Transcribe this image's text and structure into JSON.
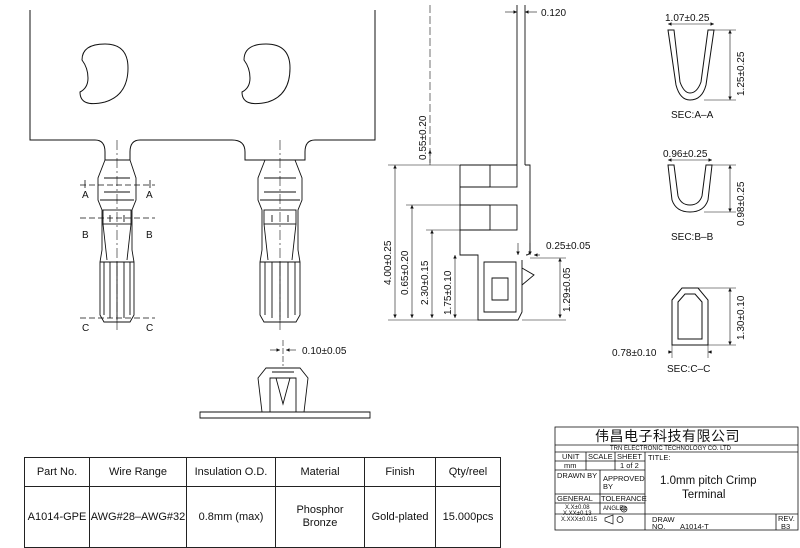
{
  "dimensions": {
    "d_0120": "0.120",
    "d_055": "0.55±0.20",
    "d_400": "4.00±0.25",
    "d_065": "0.65±0.20",
    "d_230": "2.30±0.15",
    "d_175": "1.75±0.10",
    "d_025": "0.25±0.05",
    "d_129": "1.29±0.05",
    "d_010": "0.10±0.05"
  },
  "section_markers": {
    "a": "A",
    "b": "B",
    "c": "C"
  },
  "sections": {
    "a": {
      "label": "SEC:A–A",
      "width": "1.07±0.25",
      "height": "1.25±0.25"
    },
    "b": {
      "label": "SEC:B–B",
      "width": "0.96±0.25",
      "height": "0.98±0.25"
    },
    "c": {
      "label": "SEC:C–C",
      "width": "0.78±0.10",
      "height": "1.30±0.10"
    }
  },
  "title_block": {
    "company_cn": "伟昌电子科技有限公司",
    "company_en": "TRN ELECTRONIC TECHNOLOGY CO. LTD",
    "unit_label": "UNIT",
    "unit_value": "mm",
    "scale_label": "SCALE",
    "sheet_label": "SHEET",
    "sheet_value": "1 of 2",
    "title_label": "TITLE:",
    "title_line1": "1.0mm pitch Crimp",
    "title_line2": "Terminal",
    "drawn_by_label": "DRAWN BY",
    "approved_label": "APPROVED",
    "approved_label2": "BY",
    "general_label": "GENERAL",
    "tolerance_label": "TOLERANCE",
    "tol_1": "X.X±0.08",
    "tol_2": "X.XX±0.13",
    "tol_3": "X.XXX±0.015",
    "angle_label": "ANGLE±",
    "draw_label": "DRAW",
    "no_label": "NO.",
    "draw_no": "A1014-T",
    "rev_label": "REV.",
    "rev_value": "B3"
  },
  "parts_table": {
    "headers": [
      "Part No.",
      "Wire Range",
      "Insulation O.D.",
      "Material",
      "Finish",
      "Qty/reel"
    ],
    "row": {
      "part_no": "A1014-GPE",
      "wire_range": "AWG#28–AWG#32",
      "insulation": "0.8mm (max)",
      "material_1": "Phosphor",
      "material_2": "Bronze",
      "finish": "Gold-plated",
      "qty": "15.000pcs"
    }
  }
}
